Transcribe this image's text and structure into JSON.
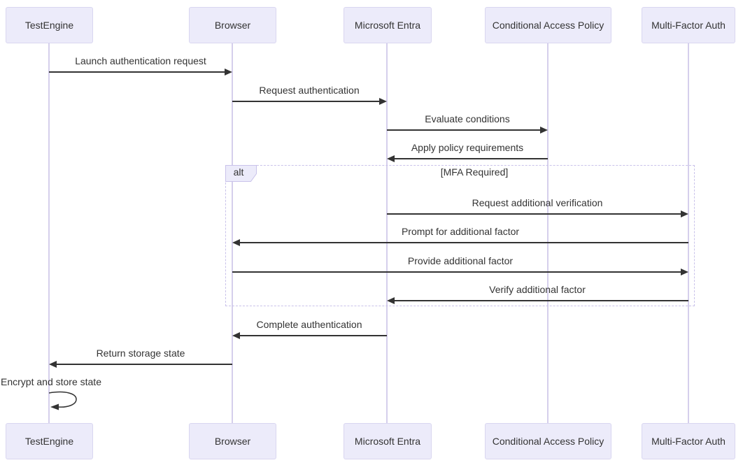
{
  "diagram": {
    "type": "sequence-diagram",
    "actors": [
      {
        "id": "testengine",
        "name": "TestEngine"
      },
      {
        "id": "browser",
        "name": "Browser"
      },
      {
        "id": "entra",
        "name": "Microsoft Entra"
      },
      {
        "id": "cap",
        "name": "Conditional Access Policy"
      },
      {
        "id": "mfa",
        "name": "Multi-Factor Auth"
      }
    ],
    "messages": [
      {
        "from": "TestEngine",
        "to": "Browser",
        "label": "Launch authentication request",
        "direction": "right"
      },
      {
        "from": "Browser",
        "to": "Microsoft Entra",
        "label": "Request authentication",
        "direction": "right"
      },
      {
        "from": "Microsoft Entra",
        "to": "Conditional Access Policy",
        "label": "Evaluate conditions",
        "direction": "right"
      },
      {
        "from": "Conditional Access Policy",
        "to": "Microsoft Entra",
        "label": "Apply policy requirements",
        "direction": "left"
      },
      {
        "from": "Microsoft Entra",
        "to": "Multi-Factor Auth",
        "label": "Request additional verification",
        "direction": "right"
      },
      {
        "from": "Multi-Factor Auth",
        "to": "Browser",
        "label": "Prompt for additional factor",
        "direction": "left"
      },
      {
        "from": "Browser",
        "to": "Multi-Factor Auth",
        "label": "Provide additional factor",
        "direction": "right"
      },
      {
        "from": "Multi-Factor Auth",
        "to": "Microsoft Entra",
        "label": "Verify additional factor",
        "direction": "left"
      },
      {
        "from": "Microsoft Entra",
        "to": "Browser",
        "label": "Complete authentication",
        "direction": "left"
      },
      {
        "from": "Browser",
        "to": "TestEngine",
        "label": "Return storage state",
        "direction": "left"
      },
      {
        "from": "TestEngine",
        "to": "TestEngine",
        "label": "Encrypt and store state",
        "direction": "self"
      }
    ],
    "alt_block": {
      "keyword": "alt",
      "condition": "[MFA Required]"
    },
    "colors": {
      "actor_fill": "#ECEBFA",
      "actor_border": "#D9D6F0",
      "lifeline": "#D5CFEC",
      "arrow": "#333333",
      "text": "#333333",
      "alt_border": "#C9C2EA"
    }
  }
}
